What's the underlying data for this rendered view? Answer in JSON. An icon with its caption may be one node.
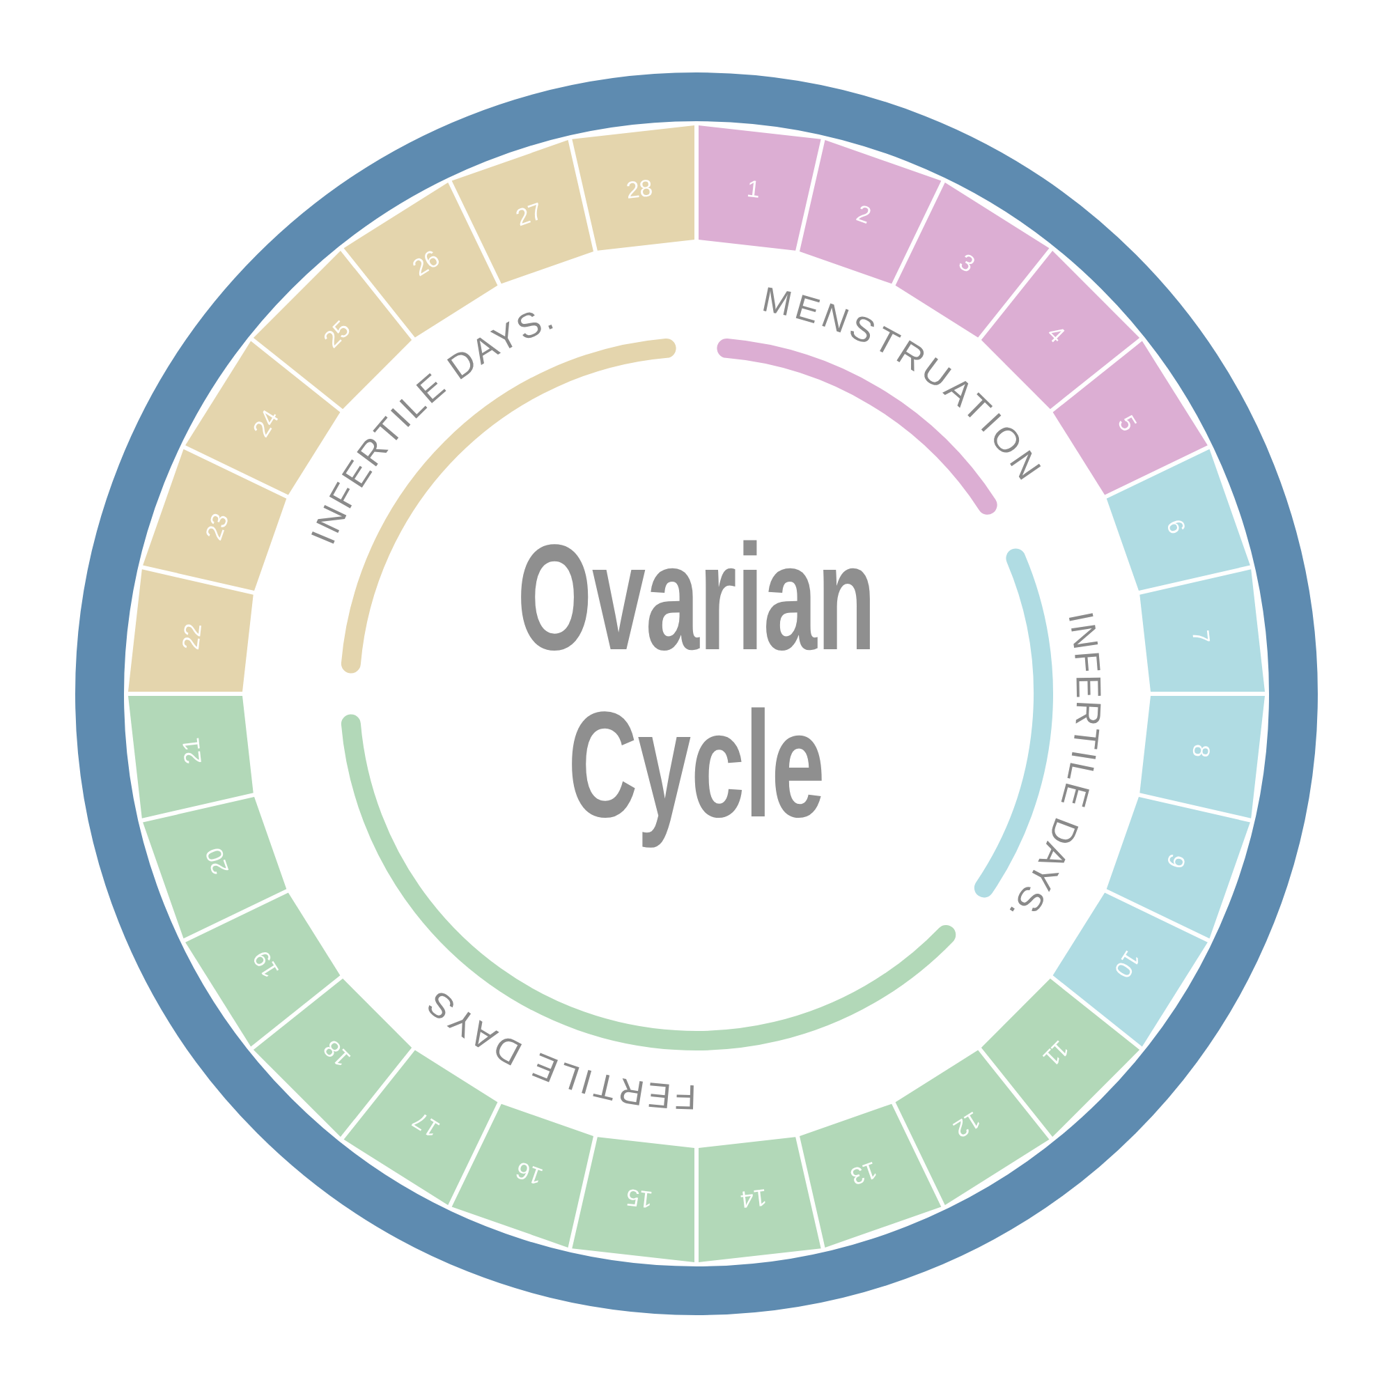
{
  "diagram": {
    "title": "Ovarian Cycle",
    "nodes": [
      {
        "text": [
          "1"
        ]
      },
      {
        "text": [
          "2"
        ]
      },
      {
        "text": [
          "3"
        ]
      },
      {
        "text": [
          "4"
        ]
      },
      {
        "text": [
          "5"
        ]
      },
      {
        "text": [
          "6"
        ]
      },
      {
        "text": [
          "7"
        ]
      },
      {
        "text": [
          "8"
        ]
      },
      {
        "text": [
          "9"
        ]
      },
      {
        "text": [
          "10"
        ]
      },
      {
        "text": [
          "11"
        ]
      },
      {
        "text": [
          "12"
        ]
      },
      {
        "text": [
          "13"
        ]
      },
      {
        "text": [
          "14"
        ]
      },
      {
        "text": [
          "15"
        ]
      },
      {
        "text": [
          "16"
        ]
      },
      {
        "text": [
          "17"
        ]
      },
      {
        "text": [
          "18"
        ]
      },
      {
        "text": [
          "19"
        ]
      },
      {
        "text": [
          "20"
        ]
      },
      {
        "text": [
          "21"
        ]
      },
      {
        "text": [
          "22"
        ]
      },
      {
        "text": [
          "23"
        ]
      },
      {
        "text": [
          "24"
        ]
      },
      {
        "text": [
          "25"
        ]
      },
      {
        "text": [
          "26"
        ]
      },
      {
        "text": [
          "27"
        ]
      },
      {
        "text": [
          "28"
        ]
      }
    ],
    "labels": [
      "MENSTRUATION",
      "INFERTILE DAYS.",
      "FERTILE DAYS",
      "INFERTILE DAYS."
    ]
  }
}
